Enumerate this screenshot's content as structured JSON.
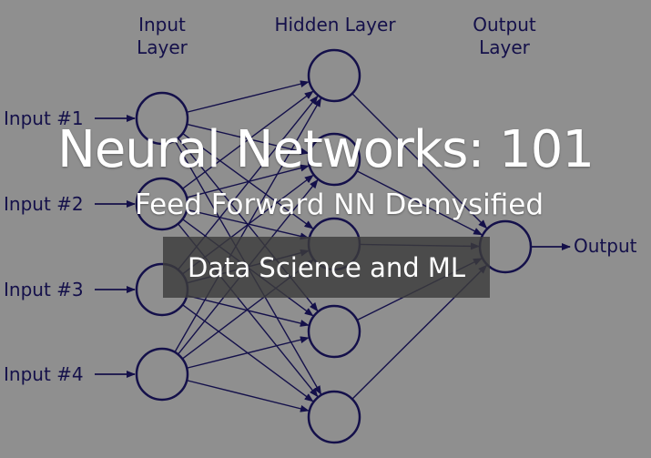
{
  "diagram": {
    "layer_labels": {
      "input": [
        "Input",
        "Layer"
      ],
      "hidden": [
        "Hidden Layer"
      ],
      "output": [
        "Output",
        "Layer"
      ]
    },
    "inputs": [
      "Input #1",
      "Input #2",
      "Input #3",
      "Input #4"
    ],
    "output_label": "Output",
    "counts": {
      "input": 4,
      "hidden": 5,
      "output": 1
    },
    "line_color": "#14104a",
    "background_color": "#8f8f8f"
  },
  "overlay": {
    "title": "Neural Networks: 101",
    "subtitle": "Feed Forward NN Demysified",
    "tag": "Data Science and ML"
  }
}
